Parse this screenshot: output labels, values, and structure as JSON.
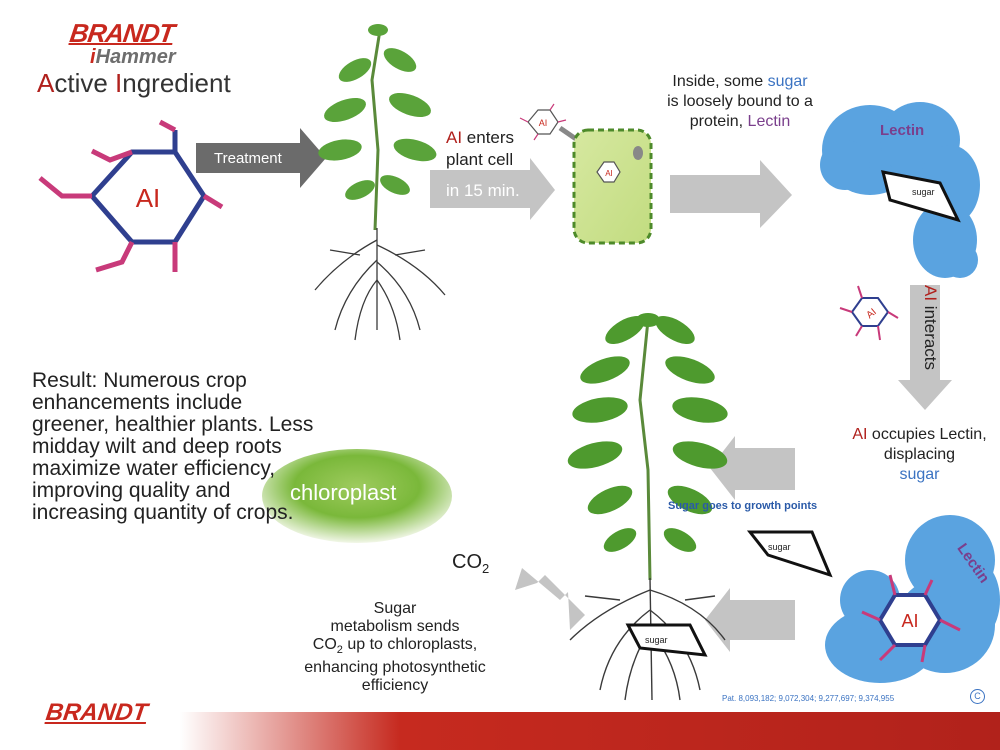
{
  "header": {
    "brand": "BRANDT",
    "product_first": "i",
    "product_rest": "Hammer",
    "title_a": "A",
    "title_ctive": "ctive ",
    "title_i": "I",
    "title_ngredient": "ngredient"
  },
  "molecule": {
    "label": "AI"
  },
  "step1": {
    "arrow_label": "Treatment"
  },
  "step2": {
    "ai": "AI",
    "line1": " enters",
    "line2": "plant cell",
    "time": "in 15 min.",
    "mini_label": "AI",
    "cell_label": "AI"
  },
  "step3": {
    "line1_a": "Inside, some ",
    "line1_sugar": "sugar",
    "line2": "is loosely bound to a",
    "line3_a": "protein, ",
    "line3_lectin": "Lectin",
    "lectin_label": "Lectin",
    "sugar_label": "sugar"
  },
  "step4": {
    "ai": "AI",
    "rest": " interacts",
    "mol_label": "AI"
  },
  "step5": {
    "ai": "AI",
    "line1": " occupies Lectin,",
    "line2": "displacing",
    "line3": "sugar"
  },
  "lectin_complex": {
    "lectin_label": "Lectin",
    "ai_label": "AI"
  },
  "growth": {
    "label": "Sugar goes to growth points",
    "sugar_label": "sugar"
  },
  "roots": {
    "sugar_label": "sugar"
  },
  "chloroplast": {
    "label": "chloroplast"
  },
  "co2": {
    "main": "CO",
    "sub": "2"
  },
  "metabolism": {
    "line1": "Sugar",
    "line2": "metabolism sends",
    "line3a": "CO",
    "line3sub": "2",
    "line3b": " up to chloroplasts,",
    "line4": "enhancing photosynthetic",
    "line5": "efficiency"
  },
  "result": {
    "text": "Result:  Numerous crop enhancements include greener, healthier plants.  Less midday wilt and deep roots maximize water efficiency, improving quality and increasing quantity of crops."
  },
  "footer": {
    "patent": "Pat. 8,093,182; 9,072,304; 9,277,697; 9,374,955",
    "copyright": "C",
    "brand": "BRANDT"
  },
  "colors": {
    "brand_red": "#c8281e",
    "molecule_blue": "#2f3f8f",
    "molecule_pink": "#c83a7a",
    "lectin_blue": "#5aa3e0",
    "leaf_green": "#4e9a2e",
    "arrow_grey": "#bdbdbd"
  }
}
